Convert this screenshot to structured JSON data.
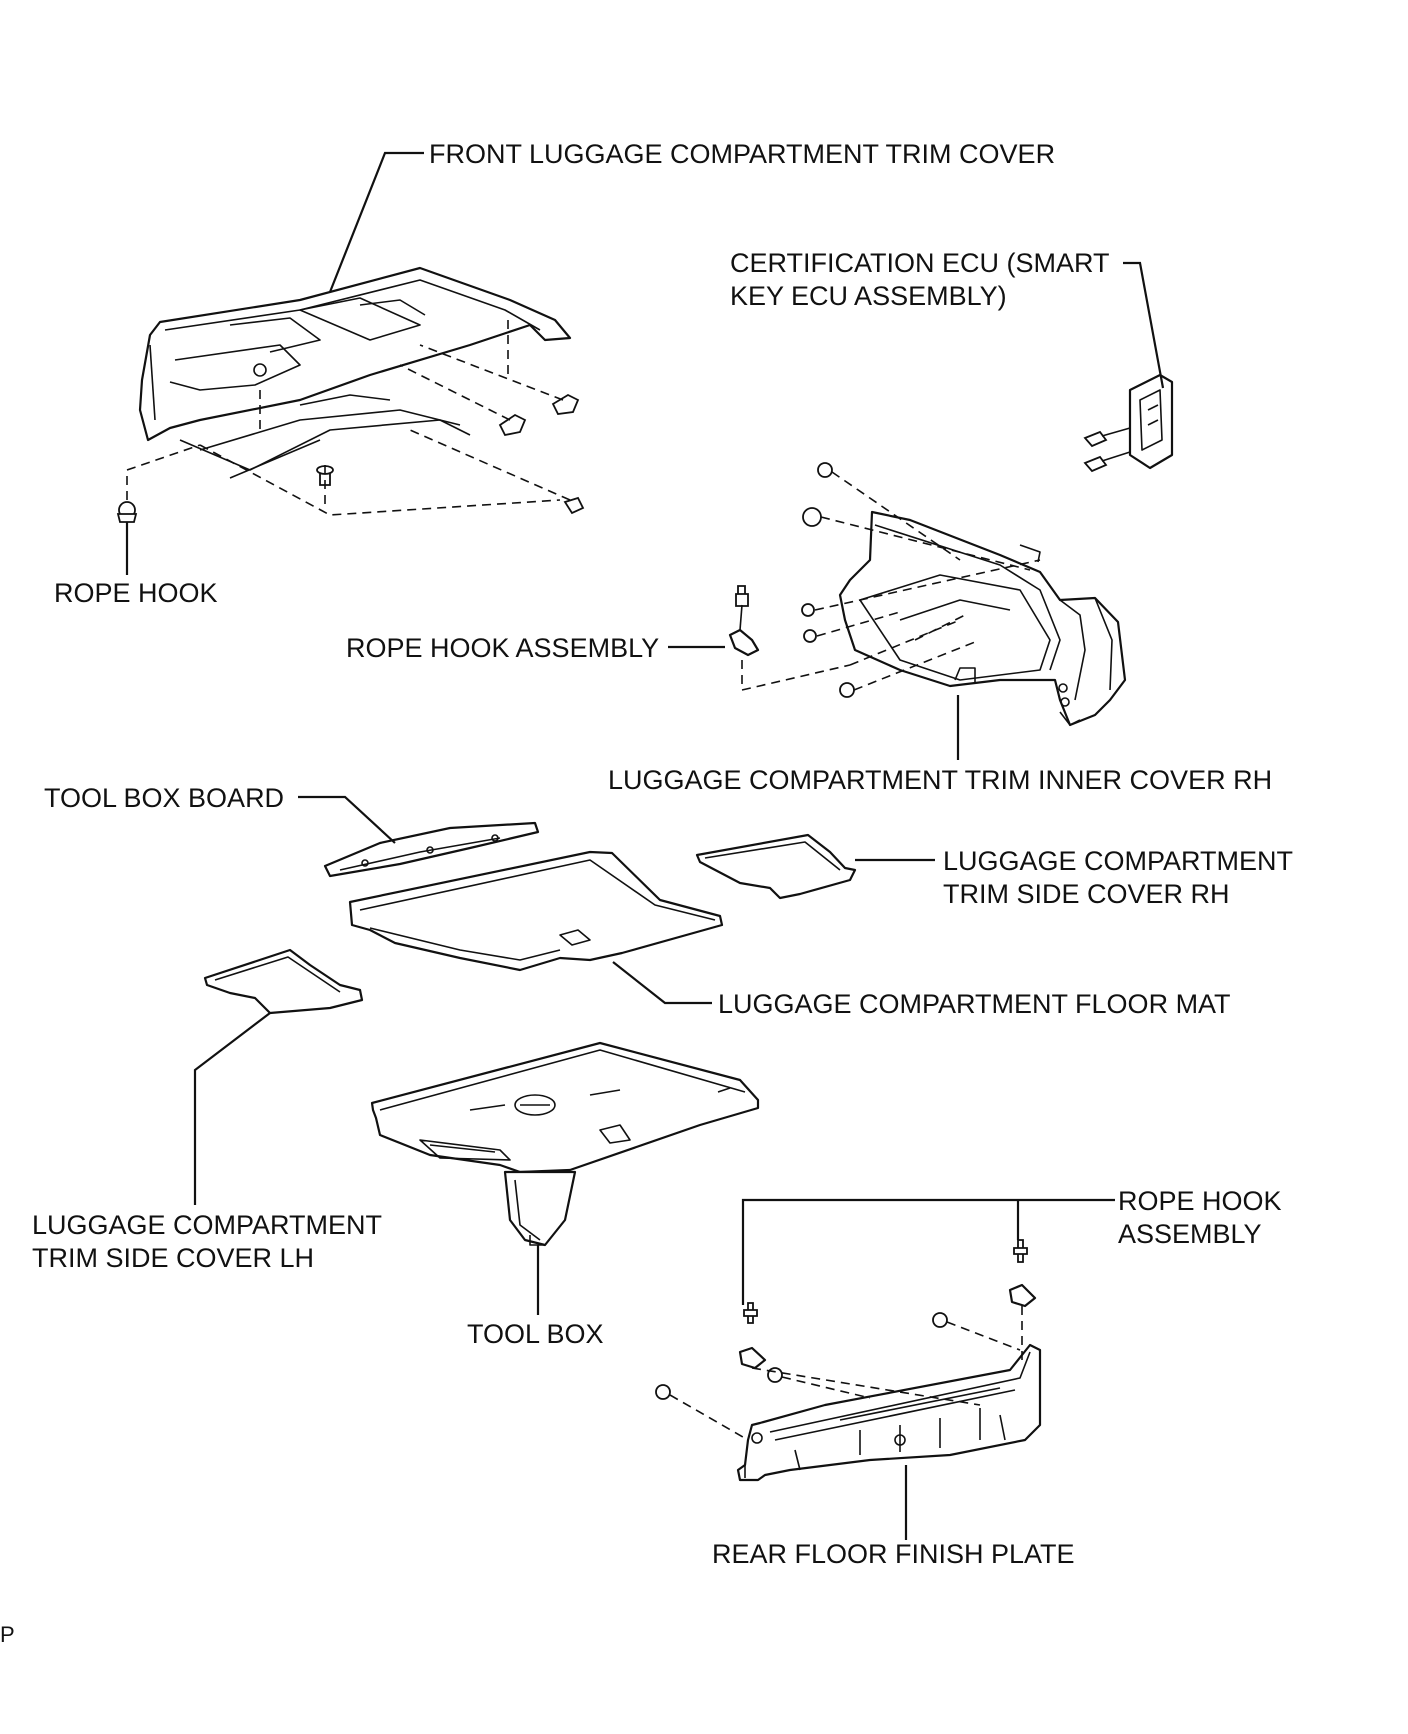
{
  "labels": {
    "front_trim_cover": "FRONT LUGGAGE COMPARTMENT TRIM COVER",
    "cert_ecu_line1": "CERTIFICATION ECU (SMART",
    "cert_ecu_line2": "KEY ECU ASSEMBLY)",
    "rope_hook": "ROPE HOOK",
    "rope_hook_assembly": "ROPE HOOK ASSEMBLY",
    "inner_cover_rh": "LUGGAGE COMPARTMENT TRIM INNER COVER RH",
    "tool_box_board": "TOOL BOX BOARD",
    "side_cover_rh_line1": "LUGGAGE COMPARTMENT",
    "side_cover_rh_line2": "TRIM SIDE COVER RH",
    "floor_mat": "LUGGAGE COMPARTMENT FLOOR MAT",
    "side_cover_lh_line1": "LUGGAGE COMPARTMENT",
    "side_cover_lh_line2": "TRIM SIDE COVER LH",
    "tool_box": "TOOL BOX",
    "rope_hook_assembly_rear_line1": "ROPE HOOK",
    "rope_hook_assembly_rear_line2": "ASSEMBLY",
    "rear_floor_finish_plate": "REAR FLOOR FINISH PLATE",
    "corner_mark": "P"
  }
}
